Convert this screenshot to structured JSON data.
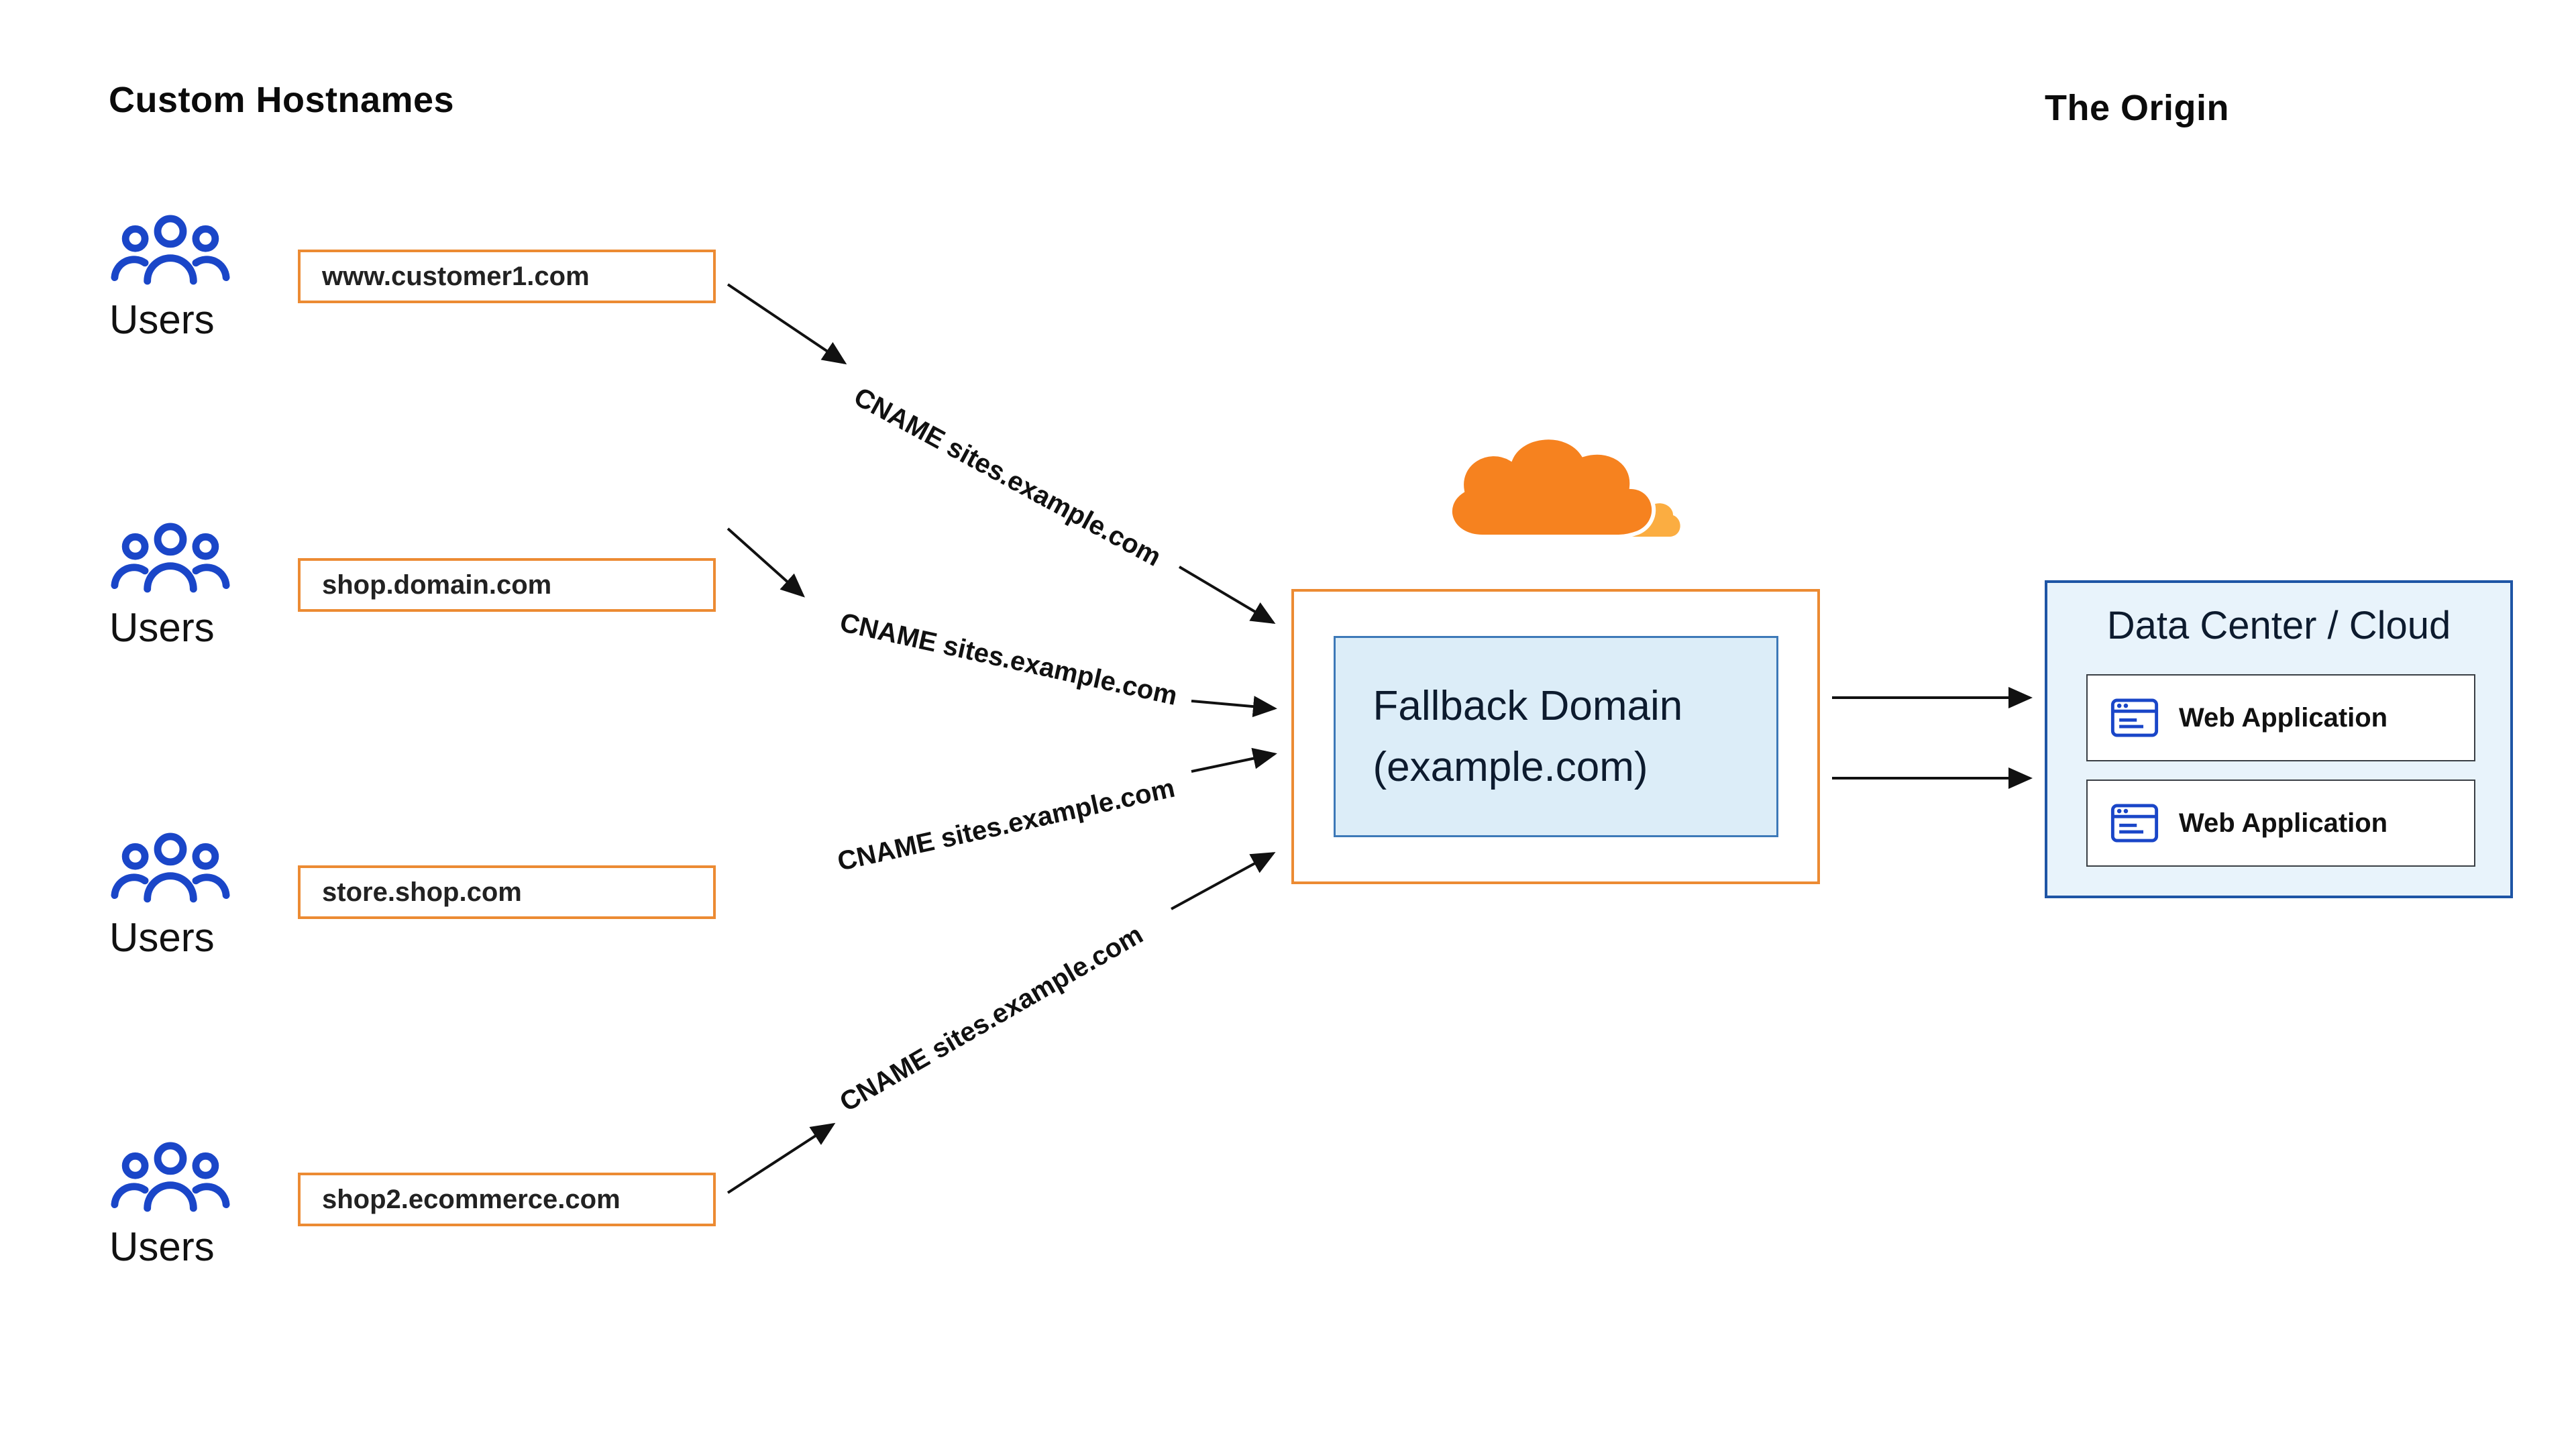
{
  "diagram": {
    "left_title": "Custom Hostnames",
    "right_title": "The Origin",
    "users_label": "Users",
    "hostnames": [
      "www.customer1.com",
      "shop.domain.com",
      "store.shop.com",
      "shop2.ecommerce.com"
    ],
    "cname_label": "CNAME sites.example.com",
    "fallback": {
      "line1": "Fallback Domain",
      "line2": "(example.com)"
    },
    "origin": {
      "title": "Data Center / Cloud",
      "apps": [
        "Web Application",
        "Web Application"
      ]
    },
    "icons": {
      "users": "users-group-icon",
      "cloudflare": "cloudflare-logo-icon",
      "window": "browser-window-icon",
      "arrow": "arrow-connector"
    },
    "colors": {
      "orange": "#F6821F",
      "orange_light": "#FBAD41",
      "blue": "#1A46C8",
      "box_border_orange": "#EC8B33",
      "fallback_bg": "#DCEDF8",
      "fallback_border": "#3D79B8",
      "origin_bg": "#E8F3FB",
      "origin_border": "#1E55A5",
      "arrow_color": "#111111",
      "text_color": "#111111"
    }
  }
}
